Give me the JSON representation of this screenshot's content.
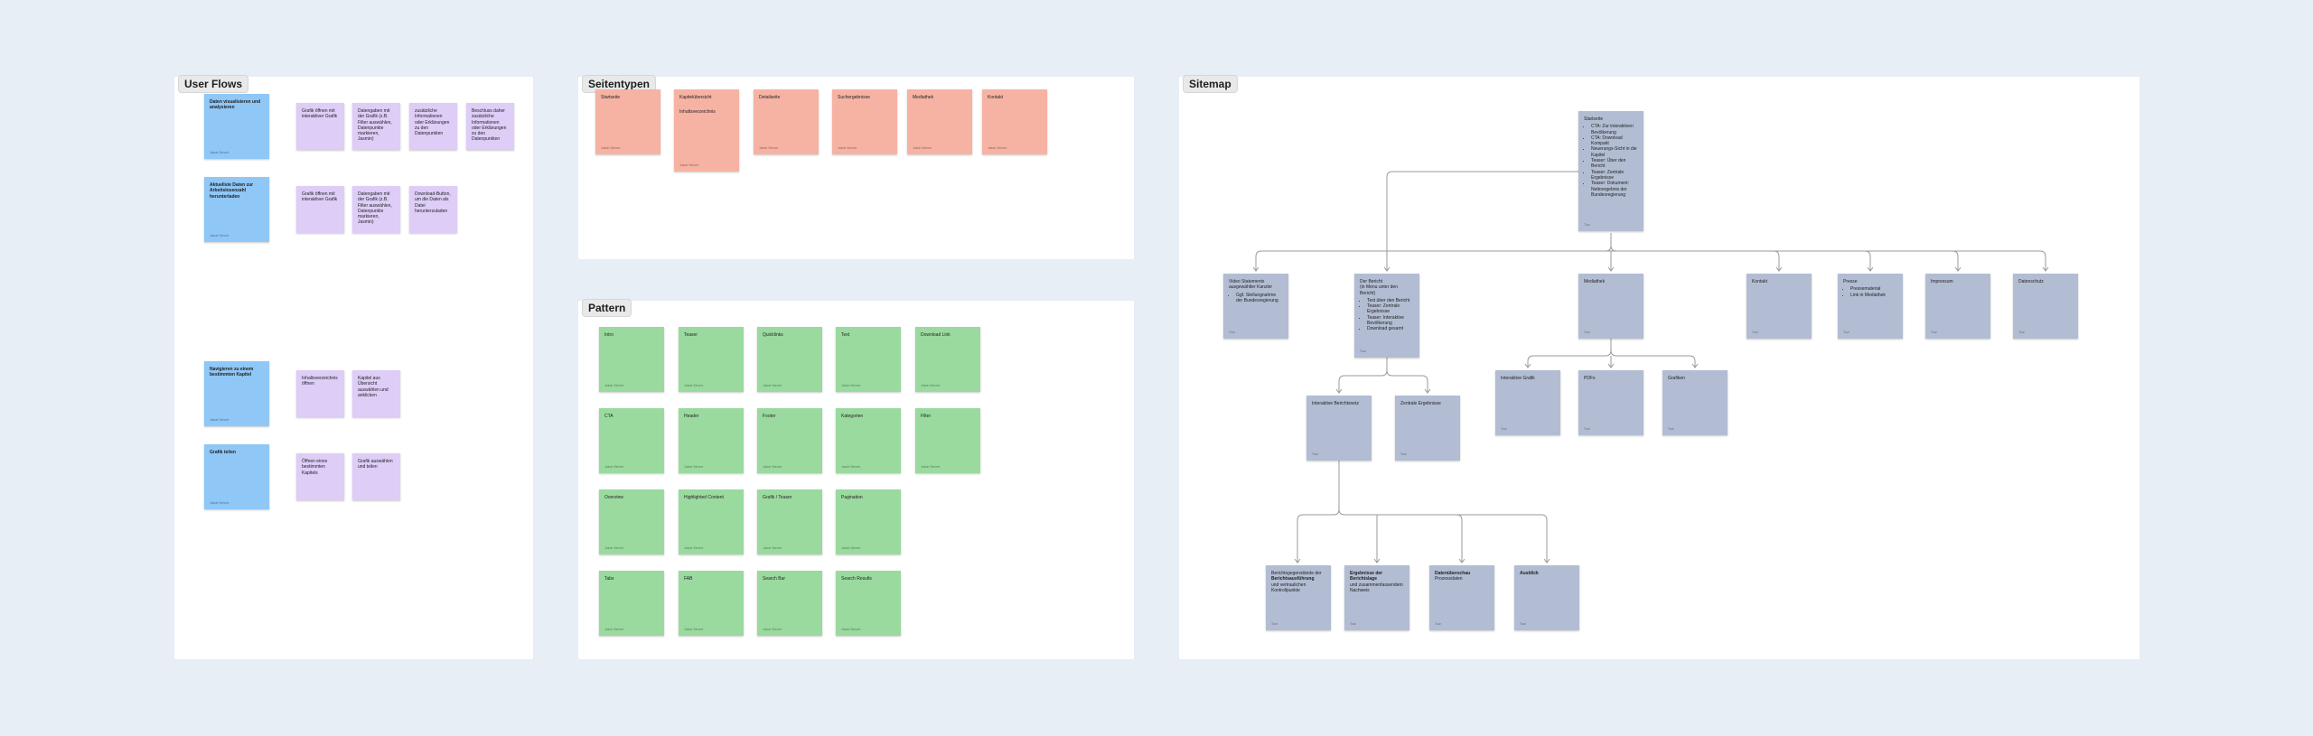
{
  "author": "Jakob Sievert",
  "frames": {
    "user_flows": "User Flows",
    "seitentypen": "Seitentypen",
    "pattern": "Pattern",
    "sitemap": "Sitemap"
  },
  "colors": {
    "canvas": "#e7eef5",
    "blue": "#8fc7f7",
    "purple": "#ddcdf7",
    "salmon": "#f6b3a3",
    "green": "#9ada9f",
    "slate": "#b2bdd3"
  },
  "user_flows": [
    {
      "text": "Daten visualisieren und analysieren",
      "author": "Jakob Sievert"
    },
    {
      "text": "Grafik öffnen mit interaktiver Grafik"
    },
    {
      "text": "Datengaben mit der Grafik (z.B. Filter auswählen, Datenpunkte markieren, Jasmin)"
    },
    {
      "text": "zusätzliche Informationen oder Erklärungen zu den Datenpunkten"
    },
    {
      "text": "Beschluss daher zusätzliche Informationen oder Erklärungen zu den Datenpunkten"
    },
    {
      "text": "Aktuellste Daten zur Arbeitslosenzahl herunterladen",
      "author": "Jakob Sievert"
    },
    {
      "text": "Grafik öffnen mit interaktiver Grafik"
    },
    {
      "text": "Datengaben mit der Grafik (z.B. Filter auswählen, Datenpunkte markieren, Jasmin)"
    },
    {
      "text": "Download-Button, um die Daten als Datei herunterzuladen"
    },
    {
      "text": "Navigieren zu einem bestimmten Kapitel",
      "author": "Jakob Sievert"
    },
    {
      "text": "Inhaltsverzeichnis öffnen"
    },
    {
      "text": "Kapitel aus Übersicht auswählen und anklicken"
    },
    {
      "text": "Grafik teilen",
      "author": "Jakob Sievert"
    },
    {
      "text": "Öffnen eines bestimmten Kapitels"
    },
    {
      "text": "Grafik auswählen und teilen"
    }
  ],
  "seitentypen": [
    {
      "text": "Startseite",
      "author": "Jakob Sievert"
    },
    {
      "text": "Kapitelübersicht",
      "text2": "Inhaltsverzeichnis",
      "author": "Jakob Sievert"
    },
    {
      "text": "Detailseite",
      "author": "Jakob Sievert"
    },
    {
      "text": "Suchergebnisse",
      "author": "Jakob Sievert"
    },
    {
      "text": "Mediathek",
      "author": "Jakob Sievert"
    },
    {
      "text": "Kontakt",
      "author": "Jakob Sievert"
    }
  ],
  "pattern": [
    {
      "text": "Intro",
      "author": "Jakob Sievert"
    },
    {
      "text": "Teaser",
      "author": "Jakob Sievert"
    },
    {
      "text": "Quicklinks",
      "author": "Jakob Sievert"
    },
    {
      "text": "Text",
      "author": "Jakob Sievert"
    },
    {
      "text": "Download Link",
      "author": "Jakob Sievert"
    },
    {
      "text": "CTA",
      "author": "Jakob Sievert"
    },
    {
      "text": "Header",
      "author": "Jakob Sievert"
    },
    {
      "text": "Footer",
      "author": "Jakob Sievert"
    },
    {
      "text": "Kategorien",
      "author": "Jakob Sievert"
    },
    {
      "text": "Filter",
      "author": "Jakob Sievert"
    },
    {
      "text": "Overview",
      "author": "Jakob Sievert"
    },
    {
      "text": "Highlighted Content",
      "author": "Jakob Sievert"
    },
    {
      "text": "Grafik / Teaser",
      "author": "Jakob Sievert"
    },
    {
      "text": "Pagination",
      "author": "Jakob Sievert"
    },
    {
      "text": "Tabs",
      "author": "Jakob Sievert"
    },
    {
      "text": "FAB",
      "author": "Jakob Sievert"
    },
    {
      "text": "Search Bar",
      "author": "Jakob Sievert"
    },
    {
      "text": "Search Results",
      "author": "Jakob Sievert"
    }
  ],
  "sitemap": {
    "start": {
      "title": "Startseite",
      "bullets": [
        "CTA: Zur interaktiven Bevölkerung",
        "CTA: Download Kompakt",
        "Neuerungs-Sicht in die Kapitel",
        "Teaser: Über den Bericht",
        "Teaser: Zentrale Ergebnisse",
        "Teaser: Dokument: Nettoergebnis der Bundesregierung"
      ],
      "author": "Tour"
    },
    "level1": [
      {
        "title": "Video Statements ausgewählter Kanzler",
        "bullets": [
          "Ggf. Stellungnahme der Bundesregierung"
        ],
        "author": "Tour"
      },
      {
        "title": "Der Bericht",
        "subtitle": "(in Menu unter den Bericht)",
        "bullets": [
          "Text über den Bericht",
          "Teaser: Zentrale Ergebnisse",
          "Teaser: Interaktive Bevölkerung",
          "Download gesamt"
        ],
        "author": "Tour"
      },
      {
        "title": "Mediathek",
        "author": "Tour"
      },
      {
        "title": "Kontakt",
        "author": "Tour"
      },
      {
        "title": "Presse",
        "bullets": [
          "Pressematerial",
          "Link in Mediathek"
        ],
        "author": "Tour"
      },
      {
        "title": "Impressum",
        "author": "Tour"
      },
      {
        "title": "Datenschutz",
        "author": "Tour"
      }
    ],
    "level2_bericht": [
      {
        "title": "Interaktive Berichtsnetz",
        "author": "Tour"
      },
      {
        "title": "Zentrale Ergebnisse",
        "author": "Tour"
      }
    ],
    "level2_mediathek": [
      {
        "title": "Interaktive Grafik",
        "author": "Tour"
      },
      {
        "title": "PDFs",
        "author": "Tour"
      },
      {
        "title": "Grafiken",
        "author": "Tour"
      }
    ],
    "level3": [
      {
        "title": "Berichtsgegenstände der",
        "bold": "Berichtsausführung",
        "rest": "und vertraulichen Kontrollpunkte",
        "author": "Tour"
      },
      {
        "bold": "Ergebnisse der Berichtslage",
        "rest": "und zusammenfassendem Nachweis",
        "author": "Tour"
      },
      {
        "bold": "Datenüberschau",
        "rest": "Prozessdaten",
        "author": "Tour"
      },
      {
        "bold": "Ausblick",
        "author": "Tour"
      }
    ]
  }
}
